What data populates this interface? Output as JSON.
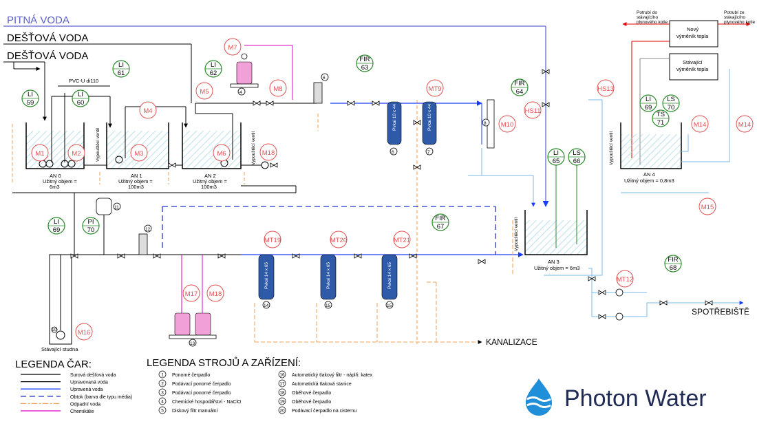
{
  "lines": {
    "potable": "PITNÁ VODA",
    "rain1": "DEŠŤOVÁ VODA",
    "rain2": "DEŠŤOVÁ VODA",
    "pvc": "PVC-U di110",
    "drain": "KANALIZACE",
    "consumer": "SPOTŘEBIŠTĚ"
  },
  "instruments": {
    "li59": [
      "LI",
      "59"
    ],
    "li60": [
      "LI",
      "60"
    ],
    "li61": [
      "LI",
      "61"
    ],
    "li62": [
      "LI",
      "62"
    ],
    "fir63": [
      "FIR",
      "63"
    ],
    "fir64": [
      "FIR",
      "64"
    ],
    "li65": [
      "LI",
      "65"
    ],
    "ls66": [
      "LS",
      "66"
    ],
    "fir67": [
      "FIR",
      "67"
    ],
    "fir68": [
      "FIR",
      "68"
    ],
    "li69a": [
      "LI",
      "69"
    ],
    "ls70": [
      "LS",
      "70"
    ],
    "ts71": [
      "TS",
      "71"
    ],
    "li69b": [
      "LI",
      "69"
    ],
    "pi70": [
      "PI",
      "70"
    ]
  },
  "motors": {
    "m1": "M1",
    "m2": "M2",
    "m3": "M3",
    "m4": "M4",
    "m5": "M5",
    "m6": "M6",
    "m7": "M7",
    "m8": "M8",
    "mt9": "MT9",
    "m10": "M10",
    "hs11": "HS11",
    "mt12": "MT12",
    "hs13": "HS13",
    "m14a": "M14",
    "m14b": "M14",
    "m15": "M15",
    "m16": "M16",
    "m17": "M17",
    "m18a": "M18",
    "m18b": "M18",
    "mt19": "MT19",
    "mt20": "MT20",
    "mt21": "MT21"
  },
  "tanks": {
    "an0": [
      "AN 0",
      "Užitný objem =",
      "6m3"
    ],
    "an1": [
      "AN 1",
      "Užitný objem =",
      "100m3"
    ],
    "an2": [
      "AN 2",
      "Užitný objem =",
      "100m3"
    ],
    "an3": [
      "AN 3",
      "Užitný objem = 6m3"
    ],
    "an4": [
      "AN 4",
      "Užitný objem = 0,8m3"
    ]
  },
  "boxes": {
    "new_hx": [
      "Nový",
      "výměník tepla"
    ],
    "old_hx": [
      "Stávající",
      "výměník tepla"
    ],
    "out_new": [
      "Potrubí do",
      "stávajícího",
      "plynového kotle"
    ],
    "out_old": [
      "Potrubí ze",
      "stávajícího",
      "plynového kotle"
    ],
    "well": "Stávající studna",
    "bypass": "Vypouštěcí ventil"
  },
  "filters": {
    "f6a": "Pvkai 10 x 44",
    "f7": "Pvkai 10 x 44",
    "f14": "Pvkai 14 x 65",
    "f15a": "Pvkai 14 x 65",
    "f15b": "Pvkai 14 x 65"
  },
  "legend_lines": {
    "title": "LEGENDA ČAR:",
    "items": [
      {
        "label": "Surová dešťová voda",
        "color": "#000000",
        "dash": ""
      },
      {
        "label": "Upravovaná voda",
        "color": "#000000",
        "dash": ""
      },
      {
        "label": "Upravená voda",
        "color": "#1a3cff",
        "dash": ""
      },
      {
        "label": "Obtok (barva dle typu média)",
        "color": "#2233cc",
        "dash": "8,5"
      },
      {
        "label": "Odpadní voda",
        "color": "#f0a050",
        "dash": "8,3,2,3"
      },
      {
        "label": "Chemikálie",
        "color": "#e000c0",
        "dash": ""
      }
    ]
  },
  "legend_devices": {
    "title": "LEGENDA STROJŮ A ZAŘÍZENÍ:",
    "left": [
      {
        "n": "1",
        "label": "Ponorné čerpadlo"
      },
      {
        "n": "2",
        "label": "Podávací ponorné čerpadlo"
      },
      {
        "n": "3",
        "label": "Podávací ponorné čerpadlo"
      },
      {
        "n": "4",
        "label": "Chemické hospodářství - NaClO"
      },
      {
        "n": "5",
        "label": "Diskový filtr manuální"
      }
    ],
    "right": [
      {
        "n": "16",
        "label": "Automatický tlakový filtr - náplň: katex"
      },
      {
        "n": "17",
        "label": "Automatická tlaková stanice"
      },
      {
        "n": "18",
        "label": "Oběhové čerpadlo"
      },
      {
        "n": "19",
        "label": "Oběhové čerpadlo"
      },
      {
        "n": "20",
        "label": "Podávací čerpadlo na cisternu"
      }
    ]
  },
  "brand": {
    "name": "Photon Water",
    "color": "#1f2a55",
    "drop_color": "#1e8fd8"
  },
  "colors": {
    "raw": "#000000",
    "treated": "#1a3cff",
    "bypass": "#2233cc",
    "waste": "#f0a050",
    "chem": "#e000c0",
    "motor": "#e05050",
    "inst": "#2a8a2a",
    "water": "#9fd3ea"
  }
}
